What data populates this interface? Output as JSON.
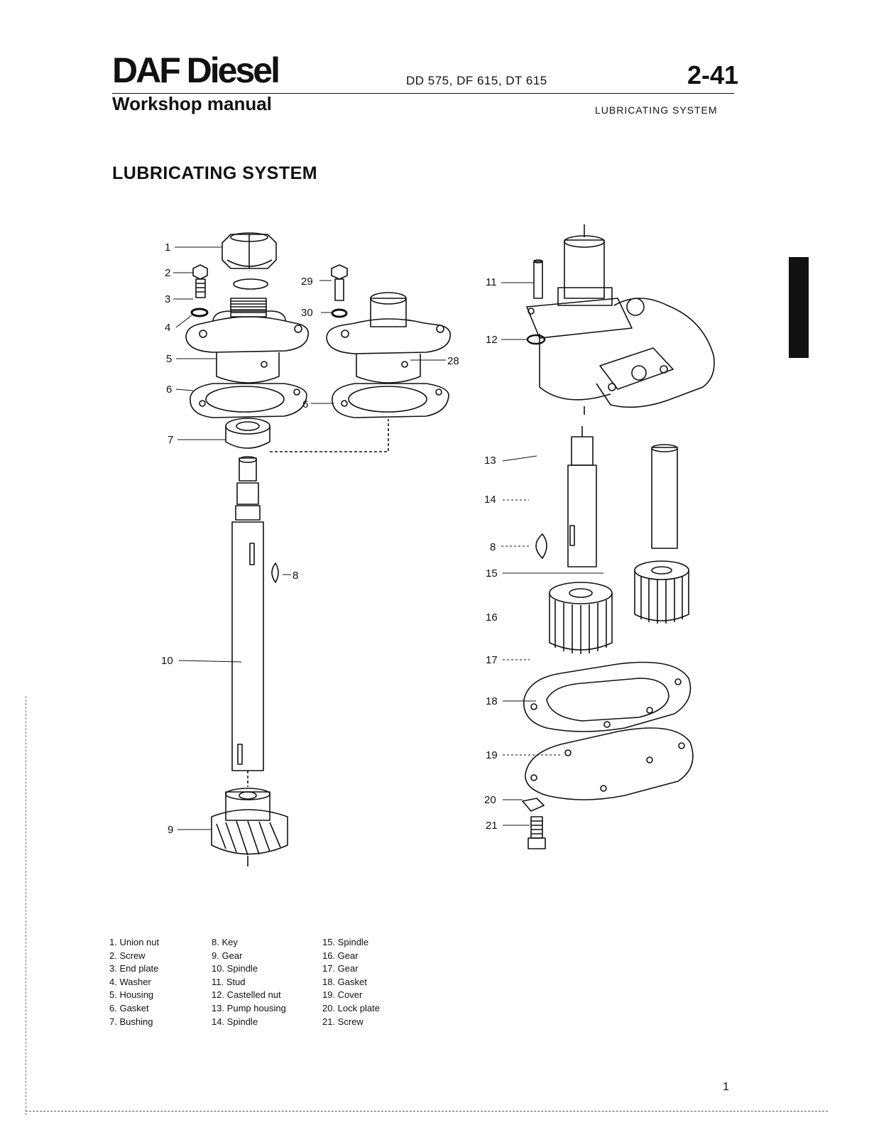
{
  "header": {
    "brand": "DAF Diesel",
    "subtitle": "Workshop manual",
    "models": "DD 575, DF 615, DT 615",
    "page_number": "2-41",
    "section": "LUBRICATING SYSTEM"
  },
  "title": "LUBRICATING SYSTEM",
  "callouts": {
    "c1": "1",
    "c2": "2",
    "c3": "3",
    "c4": "4",
    "c5": "5",
    "c6a": "6",
    "c6b": "6",
    "c7": "7",
    "c8a": "8",
    "c8b": "8",
    "c9": "9",
    "c10": "10",
    "c11": "11",
    "c12": "12",
    "c13": "13",
    "c14": "14",
    "c15": "15",
    "c16": "16",
    "c17": "17",
    "c18": "18",
    "c19": "19",
    "c20": "20",
    "c21": "21",
    "c28": "28",
    "c29": "29",
    "c30": "30"
  },
  "legend": {
    "col1": [
      "1. Union nut",
      "2. Screw",
      "3. End plate",
      "4. Washer",
      "5. Housing",
      "6. Gasket",
      "7. Bushing"
    ],
    "col2": [
      "8. Key",
      "9. Gear",
      "10. Spindle",
      "11. Stud",
      "12. Castelled nut",
      "13. Pump housing",
      "14. Spindle"
    ],
    "col3": [
      "15. Spindle",
      "16. Gear",
      "17. Gear",
      "18. Gasket",
      "19. Cover",
      "20. Lock plate",
      "21. Screw"
    ]
  },
  "footer": {
    "page": "1"
  }
}
